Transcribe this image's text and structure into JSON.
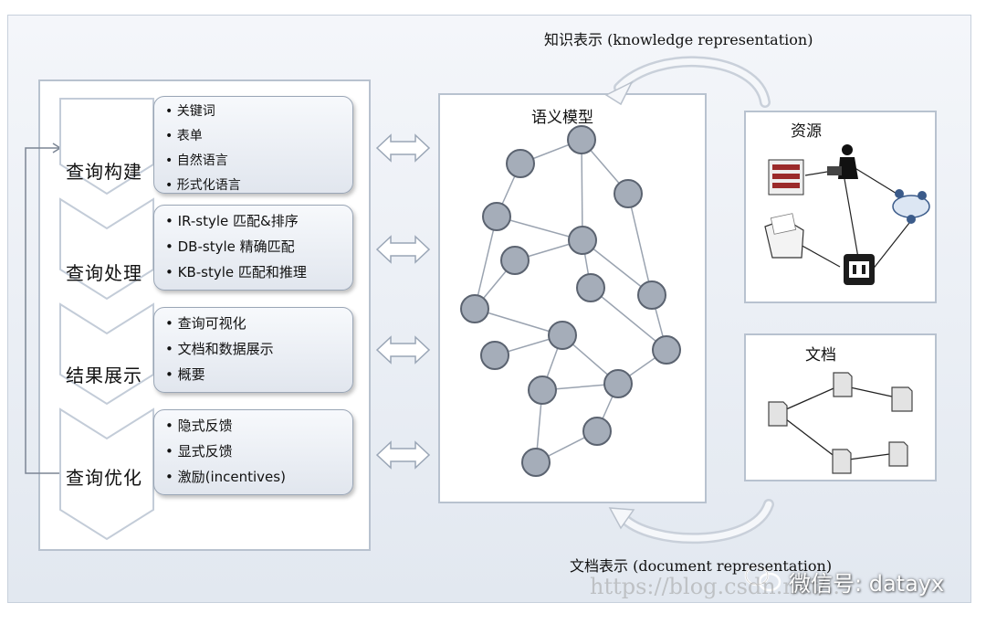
{
  "steps": [
    {
      "label": "查询构建",
      "items": [
        "关键词",
        "表单",
        "自然语言",
        "形式化语言"
      ]
    },
    {
      "label": "查询处理",
      "items": [
        "IR-style 匹配&排序",
        "DB-style 精确匹配",
        "KB-style 匹配和推理"
      ]
    },
    {
      "label": "结果展示",
      "items": [
        "查询可视化",
        "文档和数据展示",
        "概要"
      ]
    },
    {
      "label": "查询优化",
      "items": [
        "隐式反馈",
        "显式反馈",
        "激励(incentives)"
      ]
    }
  ],
  "semantic_model": {
    "title": "语义模型"
  },
  "resources": {
    "title": "资源"
  },
  "documents": {
    "title": "文档"
  },
  "knowledge_label": "知识表示 (knowledge representation)",
  "document_label": "文档表示 (document representation)",
  "watermark": "https://blog.csdn.net/...",
  "wechat_label": "微信号: datayx",
  "colors": {
    "node_fill": "#a5adb9",
    "node_stroke": "#5b6370",
    "box_border": "#b8c2cf",
    "arrow_fill": "#ffffff"
  }
}
